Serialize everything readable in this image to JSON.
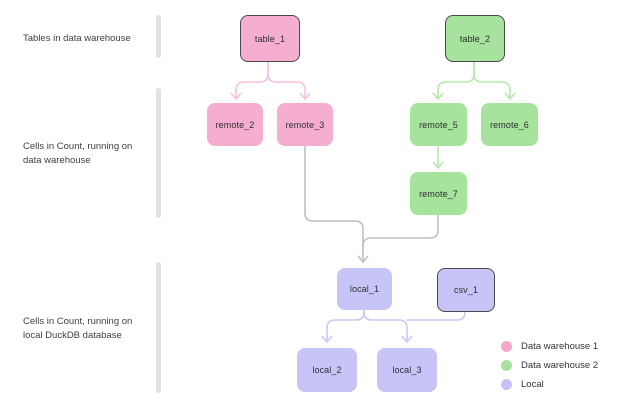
{
  "sections": {
    "tables": {
      "line1": "Tables in data warehouse",
      "line2": ""
    },
    "warehouse_cells": {
      "line1": "Cells in Count, running on",
      "line2": "data warehouse"
    },
    "local_cells": {
      "line1": "Cells in Count, running on",
      "line2": "local DuckDB database"
    }
  },
  "nodes": {
    "table_1": {
      "label": "table_1",
      "group": "data-warehouse-1",
      "bordered": true
    },
    "table_2": {
      "label": "table_2",
      "group": "data-warehouse-2",
      "bordered": true
    },
    "remote_2": {
      "label": "remote_2",
      "group": "data-warehouse-1",
      "bordered": false
    },
    "remote_3": {
      "label": "remote_3",
      "group": "data-warehouse-1",
      "bordered": false
    },
    "remote_5": {
      "label": "remote_5",
      "group": "data-warehouse-2",
      "bordered": false
    },
    "remote_6": {
      "label": "remote_6",
      "group": "data-warehouse-2",
      "bordered": false
    },
    "remote_7": {
      "label": "remote_7",
      "group": "data-warehouse-2",
      "bordered": false
    },
    "local_1": {
      "label": "local_1",
      "group": "local",
      "bordered": false
    },
    "csv_1": {
      "label": "csv_1",
      "group": "local",
      "bordered": true
    },
    "local_2": {
      "label": "local_2",
      "group": "local",
      "bordered": false
    },
    "local_3": {
      "label": "local_3",
      "group": "local",
      "bordered": false
    }
  },
  "edges": [
    {
      "from": "table_1",
      "to": "remote_2",
      "color": "#f8c2dc"
    },
    {
      "from": "table_1",
      "to": "remote_3",
      "color": "#f8c2dc"
    },
    {
      "from": "table_2",
      "to": "remote_5",
      "color": "#b5eaab"
    },
    {
      "from": "table_2",
      "to": "remote_6",
      "color": "#b5eaab"
    },
    {
      "from": "remote_5",
      "to": "remote_7",
      "color": "#b5eaab"
    },
    {
      "from": "remote_3",
      "to": "local_1",
      "color": "#bfbfbf"
    },
    {
      "from": "remote_7",
      "to": "local_1",
      "color": "#bfbfbf"
    },
    {
      "from": "local_1",
      "to": "local_2",
      "color": "#ccc9f8"
    },
    {
      "from": "local_1",
      "to": "local_3",
      "color": "#ccc9f8"
    },
    {
      "from": "csv_1",
      "to": "local_3",
      "color": "#ccc9f8"
    }
  ],
  "legend": [
    {
      "label": "Data warehouse 1",
      "color": "#f3a8ca"
    },
    {
      "label": "Data warehouse 2",
      "color": "#a8df9e"
    },
    {
      "label": "Local",
      "color": "#c6c3f6"
    }
  ],
  "colors": {
    "warehouse1_fill": "#f5aed0",
    "warehouse2_fill": "#a6e39d",
    "local_fill": "#c7c4f8",
    "node_border": "#4a4a4a",
    "divider": "#e2e2e4",
    "gray_edge": "#bfbfbf",
    "text": "#2e2e2e"
  }
}
